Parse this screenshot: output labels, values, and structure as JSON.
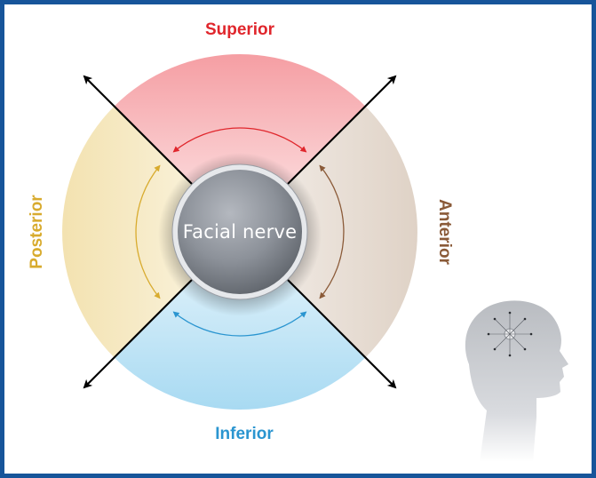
{
  "regions": {
    "superior": {
      "label": "Superior",
      "color": "#e0262c"
    },
    "inferior": {
      "label": "Inferior",
      "color": "#2a95d0"
    },
    "posterior": {
      "label": "Posterior",
      "color": "#d8ab2e"
    },
    "anterior": {
      "label": "Anterior",
      "color": "#8a5a38"
    }
  },
  "center": {
    "label": "Facial nerve"
  },
  "icons": {
    "orientation_head": "head-profile-icon",
    "direction_arrows": "arrow-icon"
  }
}
